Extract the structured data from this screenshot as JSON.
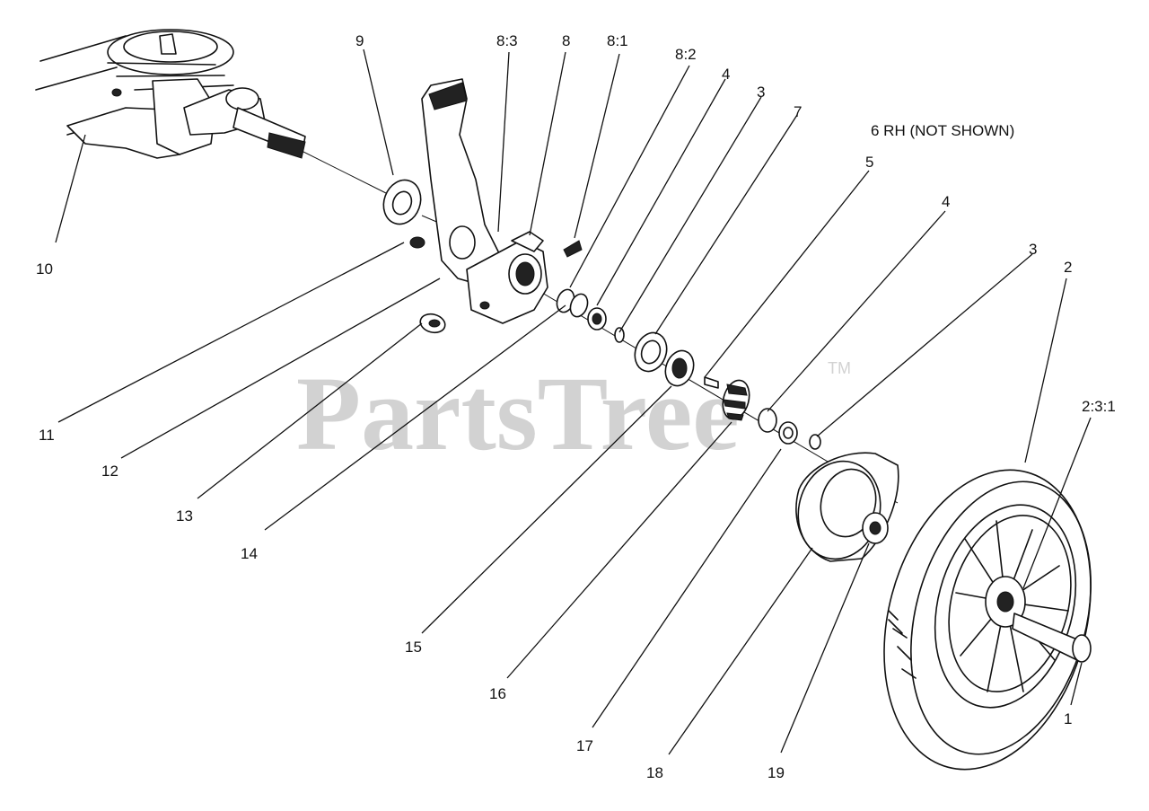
{
  "watermark": {
    "text": "PartsTree",
    "trademark": "TM"
  },
  "callouts": [
    {
      "id": "c-10",
      "text": "10"
    },
    {
      "id": "c-9",
      "text": "9"
    },
    {
      "id": "c-8-3",
      "text": "8:3"
    },
    {
      "id": "c-8",
      "text": "8"
    },
    {
      "id": "c-8-1",
      "text": "8:1"
    },
    {
      "id": "c-8-2",
      "text": "8:2"
    },
    {
      "id": "c-4a",
      "text": "4"
    },
    {
      "id": "c-3a",
      "text": "3"
    },
    {
      "id": "c-7",
      "text": "7"
    },
    {
      "id": "c-6rh",
      "text": "6 RH (NOT SHOWN)"
    },
    {
      "id": "c-5",
      "text": "5"
    },
    {
      "id": "c-4b",
      "text": "4"
    },
    {
      "id": "c-3b",
      "text": "3"
    },
    {
      "id": "c-2",
      "text": "2"
    },
    {
      "id": "c-2-3-1",
      "text": "2:3:1"
    },
    {
      "id": "c-11",
      "text": "11"
    },
    {
      "id": "c-12",
      "text": "12"
    },
    {
      "id": "c-13",
      "text": "13"
    },
    {
      "id": "c-14",
      "text": "14"
    },
    {
      "id": "c-15",
      "text": "15"
    },
    {
      "id": "c-16",
      "text": "16"
    },
    {
      "id": "c-17",
      "text": "17"
    },
    {
      "id": "c-18",
      "text": "18"
    },
    {
      "id": "c-19",
      "text": "19"
    },
    {
      "id": "c-1",
      "text": "1"
    }
  ]
}
